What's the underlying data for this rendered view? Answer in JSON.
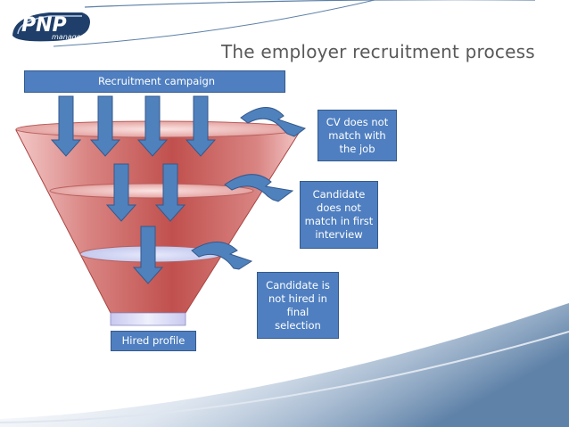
{
  "logo": {
    "brand": "PNP",
    "sub": "manager"
  },
  "title": "The employer recruitment process",
  "campaign_label": "Recruitment campaign",
  "rejections": [
    {
      "lines": [
        "CV does not",
        "match with",
        "the job"
      ]
    },
    {
      "lines": [
        "Candidate",
        "does not",
        "match in first",
        "interview"
      ]
    },
    {
      "lines": [
        "Candidate is",
        "not hired in",
        "final",
        "selection"
      ]
    }
  ],
  "hired_label": "Hired profile",
  "colors": {
    "box_fill": "#4f7fc0",
    "arrow": "#4f81bd",
    "funnel": "#c0504d",
    "title": "#595959"
  }
}
